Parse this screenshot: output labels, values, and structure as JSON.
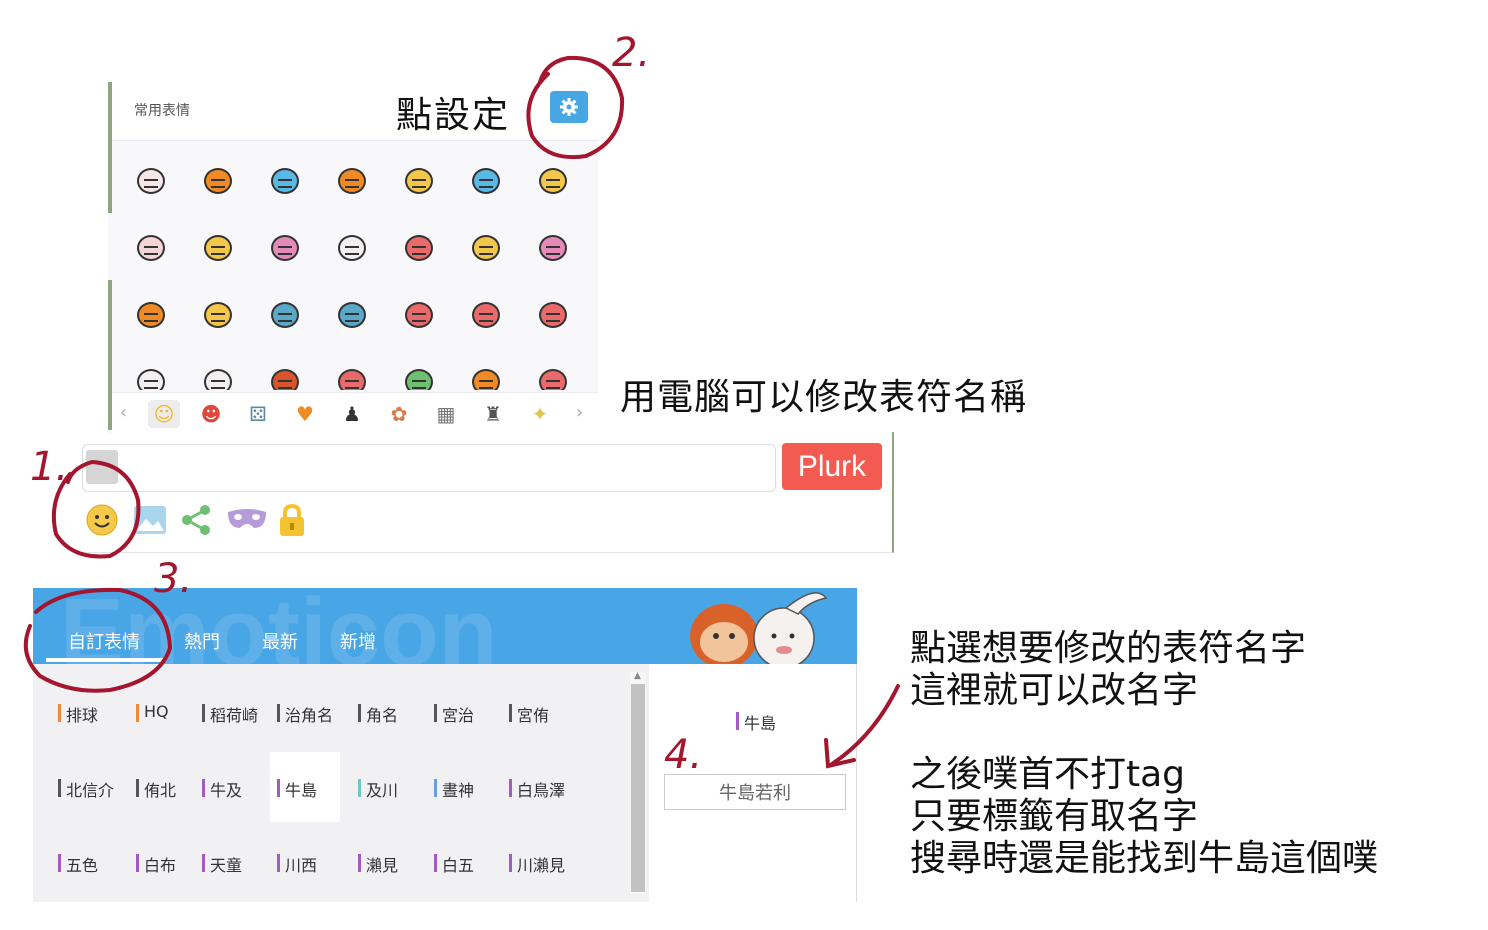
{
  "emoticon_panel": {
    "header_label": "常用表情",
    "header_hint": "點設定",
    "settings_icon": "gear-icon",
    "tab_icons": [
      "smiley-icon",
      "devil-icon",
      "dice-icon",
      "heart-smiley-icon",
      "penguin-icon",
      "cat-icon",
      "photo-icon",
      "figure-icon",
      "sticker-icon"
    ]
  },
  "annotations": {
    "step1": "1.",
    "step2": "2.",
    "step3": "3.",
    "step4": "4.",
    "rename_note": "用電腦可以修改表符名稱",
    "right_note": [
      "點選想要修改的表符名字",
      "這裡就可以改名字",
      "",
      "之後噗首不打tag",
      "只要標籤有取名字",
      "搜尋時還是能找到牛島這個噗"
    ]
  },
  "plurk_form": {
    "button_label": "Plurk",
    "tools": [
      "emoticon-icon",
      "image-icon",
      "share-icon",
      "mask-icon",
      "lock-icon"
    ]
  },
  "manager": {
    "watermark": "Emoticon",
    "tabs": [
      "自訂表情",
      "熱門",
      "最新",
      "新增"
    ],
    "tags": [
      {
        "label": "排球",
        "color": "#f0883e"
      },
      {
        "label": "HQ",
        "color": "#f0883e"
      },
      {
        "label": "稻荷崎",
        "color": "#555555"
      },
      {
        "label": "治角名",
        "color": "#555555"
      },
      {
        "label": "角名",
        "color": "#555555"
      },
      {
        "label": "宮治",
        "color": "#555555"
      },
      {
        "label": "宮侑",
        "color": "#555555"
      },
      {
        "label": "北信介",
        "color": "#555555"
      },
      {
        "label": "侑北",
        "color": "#555555"
      },
      {
        "label": "牛及",
        "color": "#a05bc4"
      },
      {
        "label": "牛島",
        "color": "#a05bc4"
      },
      {
        "label": "及川",
        "color": "#6fc7c0"
      },
      {
        "label": "晝神",
        "color": "#6a9ee0"
      },
      {
        "label": "白鳥澤",
        "color": "#a05bc4"
      },
      {
        "label": "五色",
        "color": "#a05bc4"
      },
      {
        "label": "白布",
        "color": "#a05bc4"
      },
      {
        "label": "天童",
        "color": "#a05bc4"
      },
      {
        "label": "川西",
        "color": "#a05bc4"
      },
      {
        "label": "瀨見",
        "color": "#a05bc4"
      },
      {
        "label": "白五",
        "color": "#a05bc4"
      },
      {
        "label": "川瀨見",
        "color": "#a05bc4"
      }
    ],
    "selected_tag": "牛島",
    "rename_value": "牛島若利"
  },
  "colors": {
    "accent": "#47a7e4",
    "plurk_red": "#f35a52",
    "annotation_red": "#a3162e"
  }
}
